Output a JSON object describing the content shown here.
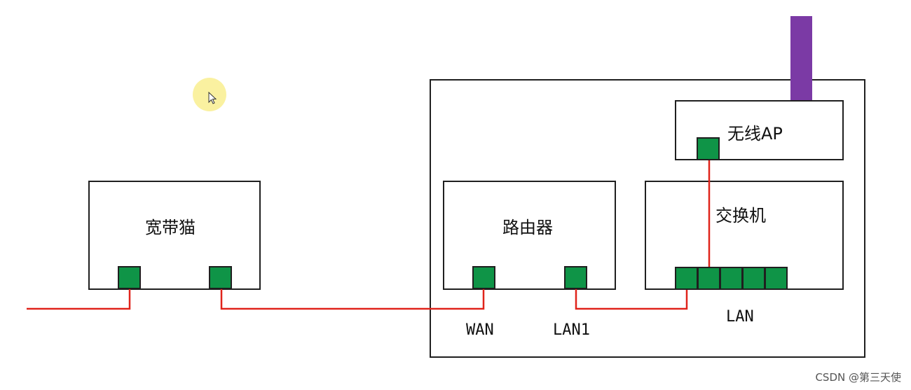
{
  "devices": {
    "modem": {
      "label": "宽带猫"
    },
    "router": {
      "label": "路由器"
    },
    "switch": {
      "label": "交换机"
    },
    "ap": {
      "label": "无线AP"
    }
  },
  "ports": {
    "wan": "WAN",
    "lan1": "LAN1",
    "lan": "LAN"
  },
  "colors": {
    "port": "#0f9447",
    "wire": "#e0241b",
    "antenna": "#7b3aa5",
    "cursor_halo": "#f8ec80"
  },
  "watermark": "CSDN @第三天使"
}
